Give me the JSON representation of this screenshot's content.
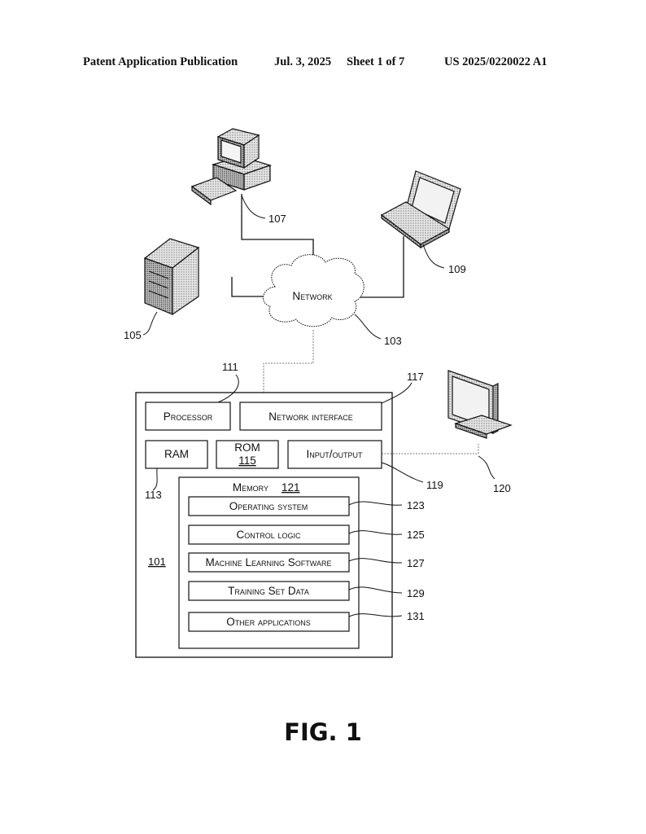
{
  "header": {
    "left": "Patent Application Publication",
    "date": "Jul. 3, 2025",
    "sheet": "Sheet 1 of 7",
    "number": "US 2025/0220022 A1"
  },
  "diagram": {
    "network_label": "Network",
    "refs": {
      "desktop": "107",
      "laptop": "109",
      "server": "105",
      "network": "103",
      "processor": "111",
      "netif": "117",
      "io": "119",
      "monitor": "120",
      "ram": "113",
      "device": "101",
      "os": "123",
      "control": "125",
      "ml": "127",
      "training": "129",
      "other": "131"
    },
    "boxes": {
      "processor": "Processor",
      "netif": "Network interface",
      "ram": "RAM",
      "rom": "ROM",
      "rom_num": "115",
      "io": "Input/output",
      "memory": "Memory",
      "memory_num": "121",
      "os": "Operating system",
      "control": "Control logic",
      "ml": "Machine Learning Software",
      "training": "Training Set Data",
      "other": "Other applications"
    }
  },
  "figure_label": "FIG. 1"
}
